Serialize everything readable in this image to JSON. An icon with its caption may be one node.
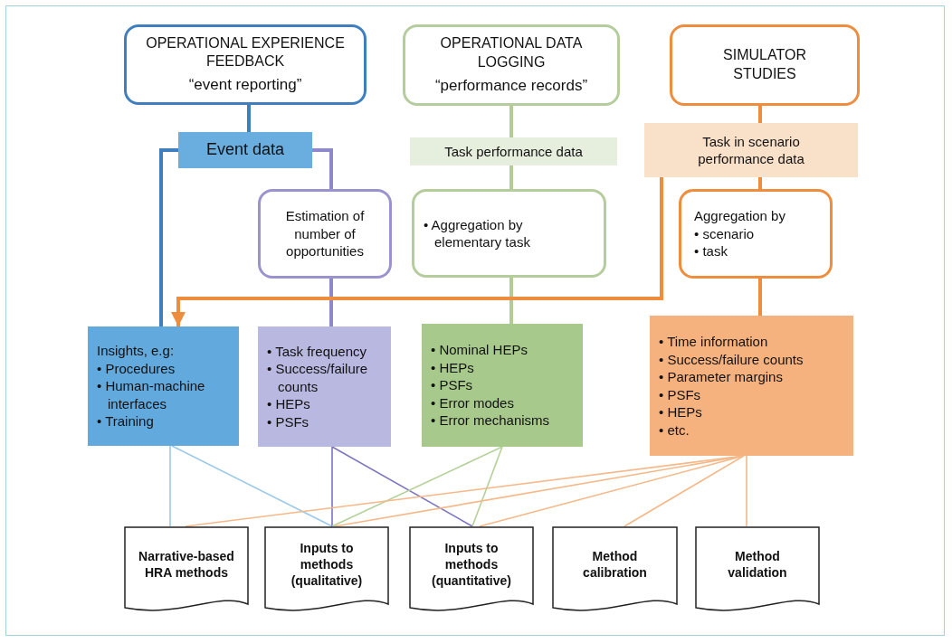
{
  "diagram": {
    "nodes": [
      {
        "text": [
          "OPERATIONAL EXPERIENCE FEEDBACK",
          "“event reporting”"
        ]
      },
      {
        "text": [
          "OPERATIONAL DATA LOGGING",
          "“performance records”"
        ]
      },
      {
        "text": [
          "SIMULATOR STUDIES"
        ]
      },
      {
        "text": [
          "Event data"
        ]
      },
      {
        "text": [
          "Task performance data"
        ]
      },
      {
        "text": [
          "Task in scenario performance data"
        ]
      },
      {
        "text": [
          "Estimation of number of opportunities"
        ]
      },
      {
        "text": [
          "• Aggregation by elementary task"
        ]
      },
      {
        "text": [
          "Aggregation by",
          "• scenario",
          "• task"
        ]
      },
      {
        "text": [
          "Insights, e.g:",
          "• Procedures",
          "• Human-machine interfaces",
          "• Training"
        ]
      },
      {
        "text": [
          "• Task frequency",
          "• Success/failure counts",
          "• HEPs",
          "• PSFs"
        ]
      },
      {
        "text": [
          "• Nominal HEPs",
          "• HEPs",
          "• PSFs",
          "• Error modes",
          "• Error mechanisms"
        ]
      },
      {
        "text": [
          "• Time information",
          "• Success/failure counts",
          "• Parameter margins",
          "• PSFs",
          "• HEPs",
          "• etc."
        ]
      },
      {
        "text": [
          "Narrative-based HRA methods"
        ]
      },
      {
        "text": [
          "Inputs to methods (qualitative)"
        ]
      },
      {
        "text": [
          "Inputs to methods (quantitative)"
        ]
      },
      {
        "text": [
          "Method calibration"
        ]
      },
      {
        "text": [
          "Method validation"
        ]
      }
    ],
    "edges": [
      {
        "from": 0,
        "to": 3,
        "arrow": "none",
        "color": "#3f7fc0",
        "style": "thick"
      },
      {
        "from": 3,
        "to": 9,
        "arrow": "none",
        "color": "#3f7fc0",
        "style": "thick"
      },
      {
        "from": 3,
        "to": 6,
        "arrow": "none",
        "color": "#8e88cc",
        "style": "thick"
      },
      {
        "from": 6,
        "to": 10,
        "arrow": "none",
        "color": "#8e88cc",
        "style": "thick"
      },
      {
        "from": 1,
        "to": 4,
        "arrow": "none",
        "color": "#b2cb98",
        "style": "thick"
      },
      {
        "from": 4,
        "to": 7,
        "arrow": "none",
        "color": "#b2cb98",
        "style": "thick"
      },
      {
        "from": 7,
        "to": 11,
        "arrow": "none",
        "color": "#b2cb98",
        "style": "thick"
      },
      {
        "from": 2,
        "to": 5,
        "arrow": "none",
        "color": "#ef8d3e",
        "style": "thick"
      },
      {
        "from": 5,
        "to": 8,
        "arrow": "none",
        "color": "#ef8d3e",
        "style": "thick"
      },
      {
        "from": 8,
        "to": 12,
        "arrow": "none",
        "color": "#ef8d3e",
        "style": "thick"
      },
      {
        "from": 5,
        "to": 9,
        "arrow": "to",
        "color": "#ef8d3e",
        "style": "thick"
      },
      {
        "from": 9,
        "to": 13,
        "arrow": "none",
        "color": "#9cc8ea"
      },
      {
        "from": 9,
        "to": 14,
        "arrow": "none",
        "color": "#9cc8ea"
      },
      {
        "from": 10,
        "to": 14,
        "arrow": "none",
        "color": "#7c74c0"
      },
      {
        "from": 10,
        "to": 15,
        "arrow": "none",
        "color": "#7c74c0"
      },
      {
        "from": 11,
        "to": 14,
        "arrow": "none",
        "color": "#b5d19b"
      },
      {
        "from": 11,
        "to": 15,
        "arrow": "none",
        "color": "#b5d19b"
      },
      {
        "from": 12,
        "to": 13,
        "arrow": "none",
        "color": "#f5b888"
      },
      {
        "from": 12,
        "to": 14,
        "arrow": "none",
        "color": "#f5b888"
      },
      {
        "from": 12,
        "to": 15,
        "arrow": "none",
        "color": "#f5b888"
      },
      {
        "from": 12,
        "to": 16,
        "arrow": "none",
        "color": "#f5b888"
      },
      {
        "from": 12,
        "to": 17,
        "arrow": "none",
        "color": "#f5b888"
      }
    ]
  }
}
